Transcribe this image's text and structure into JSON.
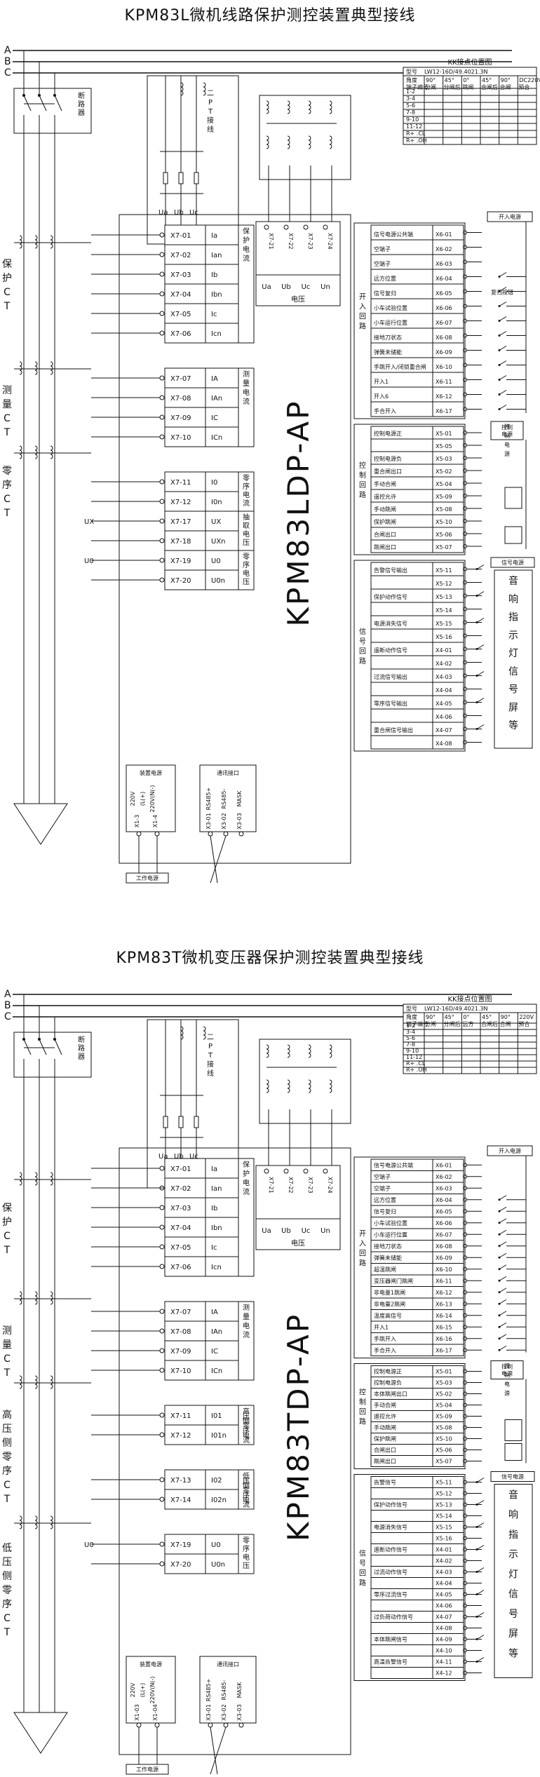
{
  "diagrams": [
    {
      "title": "KPM83L微机线路保护测控装置典型接线",
      "model": "KPM83LDP-AP",
      "buses": [
        "A",
        "B",
        "C"
      ],
      "breaker": "断路器",
      "pt": {
        "label": "二PT接线",
        "terminals": [
          "Ua",
          "Ub",
          "Uc"
        ]
      },
      "voltage_block": {
        "terminals": [
          "X7-21",
          "X7-22",
          "X7-23",
          "X7-24"
        ],
        "names": [
          "Ua",
          "Ub",
          "Uc",
          "Un"
        ],
        "label": "电压"
      },
      "side_labels": [
        "保护CT",
        "测量CT",
        "零序CT"
      ],
      "current_rows": [
        {
          "t": "X7-01",
          "s": "Ia"
        },
        {
          "t": "X7-02",
          "s": "Ian"
        },
        {
          "t": "X7-03",
          "s": "Ib"
        },
        {
          "t": "X7-04",
          "s": "Ibn"
        },
        {
          "t": "X7-05",
          "s": "Ic"
        },
        {
          "t": "X7-06",
          "s": "Icn"
        },
        {
          "t": "X7-07",
          "s": "IA"
        },
        {
          "t": "X7-08",
          "s": "IAn"
        },
        {
          "t": "X7-09",
          "s": "IC"
        },
        {
          "t": "X7-10",
          "s": "ICn"
        },
        {
          "t": "X7-11",
          "s": "I0"
        },
        {
          "t": "X7-12",
          "s": "I0n"
        },
        {
          "t": "X7-17",
          "s": "UX"
        },
        {
          "t": "X7-18",
          "s": "UXn"
        },
        {
          "t": "X7-19",
          "s": "U0"
        },
        {
          "t": "X7-20",
          "s": "U0n"
        }
      ],
      "group_labels": [
        "保护电流",
        "测量电流",
        "零序电流",
        "抽取电压",
        "零序电压"
      ],
      "ux_label": "UX",
      "u0_label": "U0",
      "kk_table": {
        "title": "KK接点位置图",
        "header": [
          "型号",
          "LW12-16D/49.4021.3N"
        ],
        "cols": [
          "90°",
          "45°",
          "0°",
          "45°",
          "90°",
          "DC220V"
        ],
        "cols2": [
          "分闸",
          "分闸后",
          "跳闸",
          "合闸后",
          "合闸",
          "预合"
        ],
        "rows": [
          "1-2",
          "3-4",
          "5-6",
          "7-8",
          "9-10",
          "11-12",
          "R+ .CL",
          "R+ .OH"
        ],
        "corner1": "角度",
        "corner2": "端子编号"
      },
      "binary_inputs": {
        "label": "开入回路",
        "rows": [
          {
            "n": "信号电源公共端",
            "t": "X6-01"
          },
          {
            "n": "空端子",
            "t": "X6-02"
          },
          {
            "n": "空端子",
            "t": "X6-03"
          },
          {
            "n": "远方位置",
            "t": "X6-04"
          },
          {
            "n": "信号复归",
            "t": "X6-05"
          },
          {
            "n": "小车试验位置",
            "t": "X6-06"
          },
          {
            "n": "小车运行位置",
            "t": "X6-07"
          },
          {
            "n": "接地刀状态",
            "t": "X6-08"
          },
          {
            "n": "弹簧未储能",
            "t": "X6-09"
          },
          {
            "n": "手跳开入/闭锁重合闸",
            "t": "X6-10"
          },
          {
            "n": "开入1",
            "t": "X6-11"
          },
          {
            "n": "开入6",
            "t": "X6-12"
          },
          {
            "n": "手合开入",
            "t": "X6-17"
          }
        ],
        "power_label": "开入电源",
        "reset_label": "复归按钮"
      },
      "control": {
        "label": "控制回路",
        "rows": [
          {
            "n": "控制电源正",
            "t": "X5-01"
          },
          {
            "n": "",
            "t": "X5-05"
          },
          {
            "n": "控制电源负",
            "t": "X5-03"
          },
          {
            "n": "重合闸出口",
            "t": "X5-02"
          },
          {
            "n": "手动合闸",
            "t": "X5-04"
          },
          {
            "n": "遥控允许",
            "t": "X5-09"
          },
          {
            "n": "手动跳闸",
            "t": "X5-08"
          },
          {
            "n": "保护跳闸",
            "t": "X5-10"
          },
          {
            "n": "合闸出口",
            "t": "X5-06"
          },
          {
            "n": "跳闸出口",
            "t": "X5-07"
          }
        ],
        "power_label": "控制电源"
      },
      "signal": {
        "label": "信号回路",
        "rows": [
          {
            "n": "告警信号输出",
            "t": "X5-11"
          },
          {
            "n": "",
            "t": "X5-12"
          },
          {
            "n": "保护动作信号",
            "t": "X5-13"
          },
          {
            "n": "",
            "t": "X5-14"
          },
          {
            "n": "电源消失信号",
            "t": "X5-15"
          },
          {
            "n": "",
            "t": "X5-16"
          },
          {
            "n": "遥断动作信号",
            "t": "X4-01"
          },
          {
            "n": "",
            "t": "X4-02"
          },
          {
            "n": "过流信号输出",
            "t": "X4-03"
          },
          {
            "n": "",
            "t": "X4-04"
          },
          {
            "n": "零序信号输出",
            "t": "X4-05"
          },
          {
            "n": "",
            "t": "X4-06"
          },
          {
            "n": "重合闸信号输出",
            "t": "X4-07"
          },
          {
            "n": "",
            "t": "X4-08"
          }
        ],
        "power_label": "信号电源",
        "right_text": "音响指示灯信号屏等"
      },
      "power_block": {
        "label": "装置电源",
        "items": [
          "220V",
          "(L(+)",
          "220V(N(-)"
        ],
        "terms": [
          "X1-3",
          "X1-4"
        ]
      },
      "comm_block": {
        "label": "通讯接口",
        "items": [
          "RS485+",
          "RS485-",
          "MASK"
        ],
        "terms": [
          "X3-01",
          "X3-02",
          "X3-03"
        ]
      },
      "work_power": "工作电源"
    },
    {
      "title": "KPM83T微机变压器保护测控装置典型接线",
      "model": "KPM83TDP-AP",
      "buses": [
        "A",
        "B",
        "C"
      ],
      "breaker": "断路器",
      "pt": {
        "label": "二PT接线",
        "terminals": [
          "Ua",
          "Ub",
          "Uc"
        ]
      },
      "voltage_block": {
        "terminals": [
          "X7-21",
          "X7-22",
          "X7-23",
          "X7-24"
        ],
        "names": [
          "Ua",
          "Ub",
          "Uc",
          "Un"
        ],
        "label": "电压"
      },
      "side_labels": [
        "保护CT",
        "测量CT",
        "高压侧零序CT",
        "低压侧零序CT"
      ],
      "current_rows": [
        {
          "t": "X7-01",
          "s": "Ia"
        },
        {
          "t": "X7-02",
          "s": "Ian"
        },
        {
          "t": "X7-03",
          "s": "Ib"
        },
        {
          "t": "X7-04",
          "s": "Ibn"
        },
        {
          "t": "X7-05",
          "s": "Ic"
        },
        {
          "t": "X7-06",
          "s": "Icn"
        },
        {
          "t": "X7-07",
          "s": "IA"
        },
        {
          "t": "X7-08",
          "s": "IAn"
        },
        {
          "t": "X7-09",
          "s": "IC"
        },
        {
          "t": "X7-10",
          "s": "ICn"
        },
        {
          "t": "X7-11",
          "s": "I01"
        },
        {
          "t": "X7-12",
          "s": "I01n"
        },
        {
          "t": "X7-13",
          "s": "I02"
        },
        {
          "t": "X7-14",
          "s": "I02n"
        },
        {
          "t": "X7-19",
          "s": "U0"
        },
        {
          "t": "X7-20",
          "s": "U0n"
        }
      ],
      "group_labels": [
        "保护电流",
        "测量电流",
        "高压侧零序电流",
        "低压侧零序电流",
        "零序电压"
      ],
      "u0_label": "U0",
      "kk_table": {
        "title": "KK接点位置图",
        "header": [
          "型号",
          "LW12-16D/49.4021.3N"
        ],
        "cols": [
          "90°",
          "45°",
          "0°",
          "45°",
          "90°",
          "220V"
        ],
        "cols2": [
          "分闸",
          "分闸后",
          "远方",
          "合闸后",
          "合闸",
          "预合"
        ],
        "rows": [
          "1-2",
          "3-4",
          "5-6",
          "7-8",
          "9-10",
          "11-12",
          "R+ .CL",
          "R+ .OH"
        ],
        "corner1": "角度",
        "corner2": "端子编号"
      },
      "binary_inputs": {
        "label": "开入回路",
        "rows": [
          {
            "n": "信号电源公共端",
            "t": "X6-01"
          },
          {
            "n": "空端子",
            "t": "X6-02"
          },
          {
            "n": "空端子",
            "t": "X6-03"
          },
          {
            "n": "远方位置",
            "t": "X6-04"
          },
          {
            "n": "信号复归",
            "t": "X6-05"
          },
          {
            "n": "小车试验位置",
            "t": "X6-06"
          },
          {
            "n": "小车运行位置",
            "t": "X6-07"
          },
          {
            "n": "接地刀状态",
            "t": "X6-08"
          },
          {
            "n": "弹簧未储能",
            "t": "X6-09"
          },
          {
            "n": "超温跳闸",
            "t": "X6-10"
          },
          {
            "n": "变压器闸门跳闸",
            "t": "X6-11"
          },
          {
            "n": "非电量1跳闸",
            "t": "X6-12"
          },
          {
            "n": "非电量2跳闸",
            "t": "X6-13"
          },
          {
            "n": "温度高信号",
            "t": "X6-14"
          },
          {
            "n": "开入1",
            "t": "X6-15"
          },
          {
            "n": "手跳开入",
            "t": "X6-16"
          },
          {
            "n": "手合开入",
            "t": "X6-17"
          }
        ],
        "power_label": "开入电源"
      },
      "control": {
        "label": "控制回路",
        "rows": [
          {
            "n": "控制电源正",
            "t": "X5-01"
          },
          {
            "n": "控制电源负",
            "t": "X5-03"
          },
          {
            "n": "本体跳闸出口",
            "t": "X5-02"
          },
          {
            "n": "手动合闸",
            "t": "X5-04"
          },
          {
            "n": "遥控允许",
            "t": "X5-09"
          },
          {
            "n": "手动跳闸",
            "t": "X5-08"
          },
          {
            "n": "保护跳闸",
            "t": "X5-10"
          },
          {
            "n": "合闸出口",
            "t": "X5-06"
          },
          {
            "n": "跳闸出口",
            "t": "X5-07"
          }
        ],
        "power_label": "控制电源"
      },
      "signal": {
        "label": "信号回路",
        "rows": [
          {
            "n": "告警信号",
            "t": "X5-11"
          },
          {
            "n": "",
            "t": "X5-12"
          },
          {
            "n": "保护动作信号",
            "t": "X5-13"
          },
          {
            "n": "",
            "t": "X5-14"
          },
          {
            "n": "电源消失信号",
            "t": "X5-15"
          },
          {
            "n": "",
            "t": "X5-16"
          },
          {
            "n": "遥断动作信号",
            "t": "X4-01"
          },
          {
            "n": "",
            "t": "X4-02"
          },
          {
            "n": "过流动作信号",
            "t": "X4-03"
          },
          {
            "n": "",
            "t": "X4-04"
          },
          {
            "n": "零序过流信号",
            "t": "X4-05"
          },
          {
            "n": "",
            "t": "X4-06"
          },
          {
            "n": "过负荷动作信号",
            "t": "X4-07"
          },
          {
            "n": "",
            "t": "X4-08"
          },
          {
            "n": "本体跳闸信号",
            "t": "X4-09"
          },
          {
            "n": "",
            "t": "X4-10"
          },
          {
            "n": "高温告警信号",
            "t": "X4-11"
          },
          {
            "n": "",
            "t": "X4-12"
          }
        ],
        "power_label": "信号电源",
        "right_text": "音响指示灯信号屏等"
      },
      "power_block": {
        "label": "装置电源",
        "items": [
          "220V",
          "(L(+)",
          "220V(N(-)"
        ],
        "terms": [
          "X1-03",
          "X1-04"
        ]
      },
      "comm_block": {
        "label": "通讯接口",
        "items": [
          "RS485+",
          "RS485-",
          "MASK"
        ],
        "terms": [
          "X3-01",
          "X3-02",
          "X3-03"
        ]
      },
      "work_power": "工作电源"
    }
  ]
}
